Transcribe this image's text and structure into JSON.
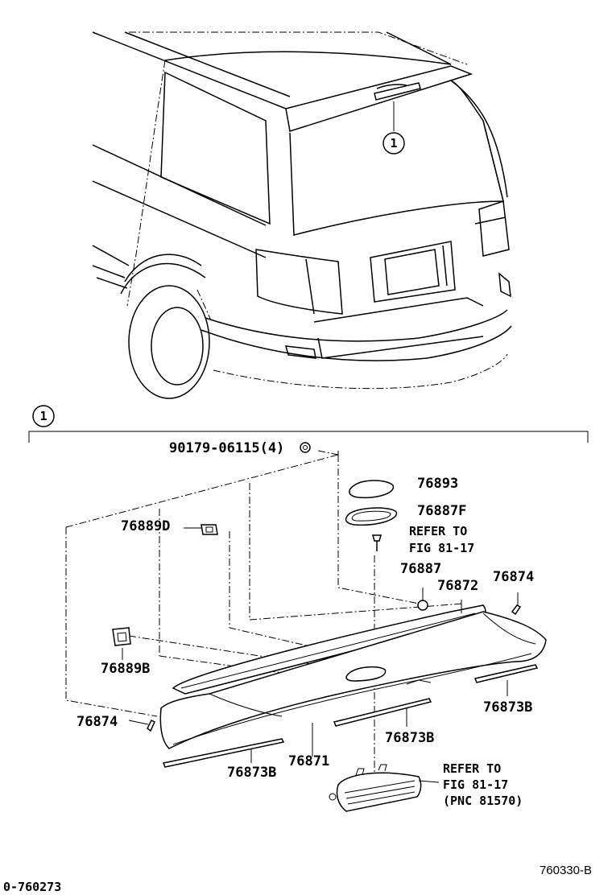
{
  "callout": "1",
  "labels": {
    "bolt": "90179-06115(4)",
    "cover": "76893",
    "gasket": "76887F",
    "refer_top_1": "REFER TO",
    "refer_top_2": "FIG 81-17",
    "clip_d": "76889D",
    "clip_76887": "76887",
    "spoiler_76872": "76872",
    "tape_76874_right": "76874",
    "clip_b": "76889B",
    "tape_76874_left": "76874",
    "strip_right": "76873B",
    "strip_center": "76873B",
    "spoiler_76871": "76871",
    "strip_left": "76873B",
    "refer_bottom_1": "REFER TO",
    "refer_bottom_2": "FIG 81-17",
    "refer_bottom_3": "(PNC 81570)"
  },
  "codes": {
    "figure": "760330-B",
    "page": "0-760273"
  }
}
